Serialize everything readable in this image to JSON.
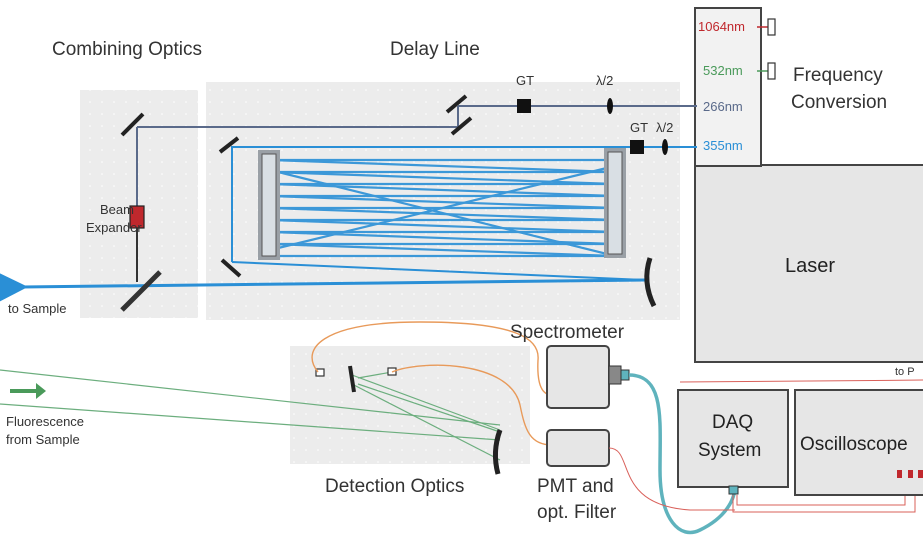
{
  "titles": {
    "combining_optics": "Combining Optics",
    "delay_line": "Delay Line",
    "detection_optics": "Detection Optics"
  },
  "labels": {
    "gt_top": "GT",
    "gt_right": "GT",
    "half_wave_top": "λ/2",
    "half_wave_right": "λ/2",
    "beam_expander_line1": "Beam",
    "beam_expander_line2": "Expander",
    "to_sample": "to Sample",
    "fluorescence_line1": "Fluorescence",
    "fluorescence_line2": "from Sample",
    "spectrometer": "Spectrometer",
    "pmt_line1": "PMT and",
    "pmt_line2": "opt. Filter",
    "daq_line1": "DAQ",
    "daq_line2": "System",
    "oscilloscope": "Oscilloscope",
    "laser": "Laser",
    "freq_conv_line1": "Frequency",
    "freq_conv_line2": "Conversion",
    "to_pc": "to P"
  },
  "wavelengths": [
    {
      "label": "1064nm",
      "color": "#c0282d"
    },
    {
      "label": "532nm",
      "color": "#4a9a5a"
    },
    {
      "label": "266nm",
      "color": "#5a6a8a"
    },
    {
      "label": "355nm",
      "color": "#2a8fd6"
    }
  ],
  "colors": {
    "panel": "#ececec",
    "beam_355": "#2a8fd6",
    "beam_266": "#5a6a8a",
    "fluorescence": "#6cae7e",
    "fiber_orange": "#e89a5a",
    "fiber_teal": "#5fb3bd",
    "signal_red": "#d9605a",
    "box_fill": "#e6e6e6",
    "box_stroke": "#444444"
  }
}
